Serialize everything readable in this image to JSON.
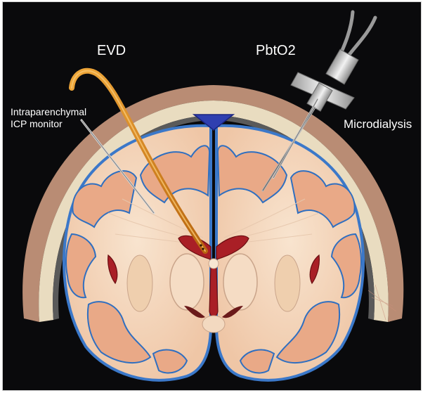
{
  "labels": {
    "evd": "EVD",
    "pbto2": "PbtO2",
    "microdialysis": "Microdialysis",
    "icp_line1": "Intraparenchymal",
    "icp_line2": "ICP monitor"
  },
  "colors": {
    "background": "#0a0a0c",
    "skull": "#e9dcc0",
    "scalp": "#b98c74",
    "brain": "#f3d1b4",
    "cortex": "#e9a987",
    "csf_outline": "#3b78c9",
    "ventricle": "#a91f26",
    "evd_catheter": "#d98a1f"
  },
  "icons": [
    "evd-catheter-icon",
    "icp-probe-icon",
    "pbto2-bolt-icon",
    "microdialysis-probe-icon"
  ]
}
